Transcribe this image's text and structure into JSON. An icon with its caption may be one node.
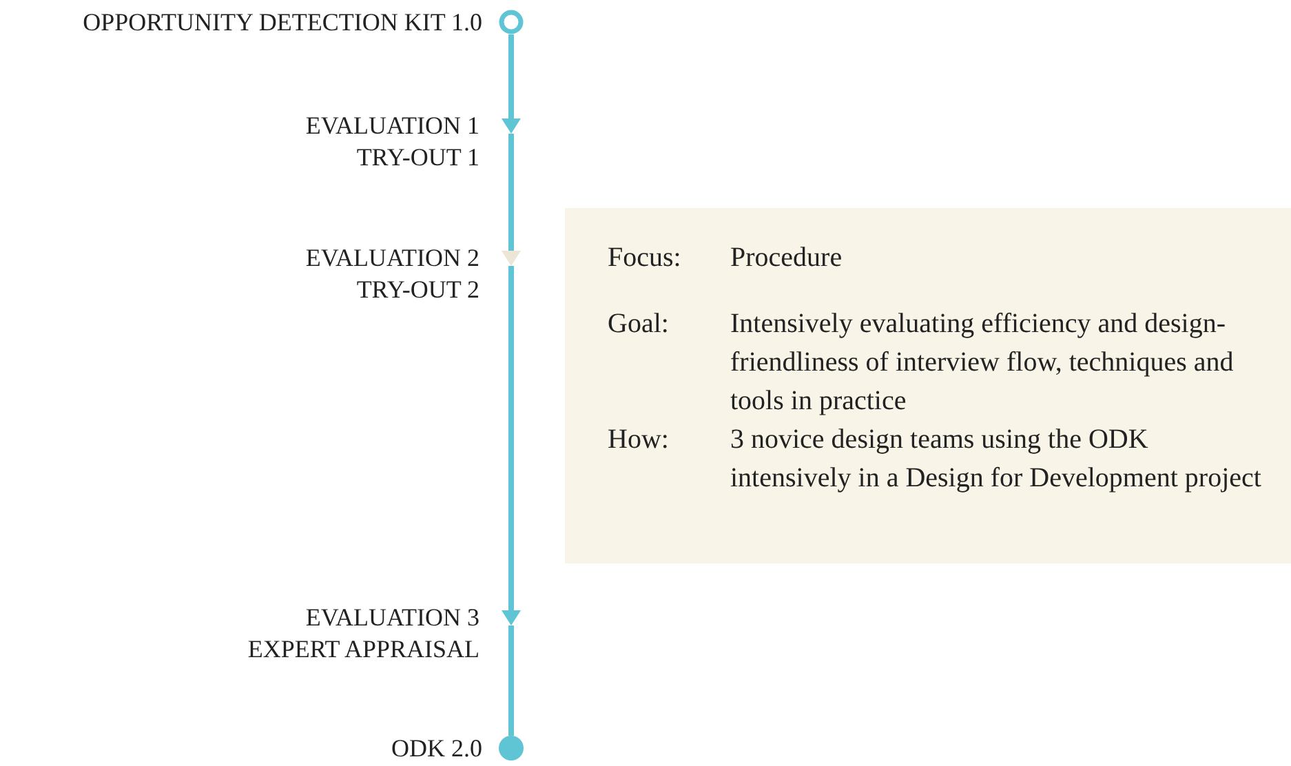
{
  "diagram": {
    "nodes": [
      {
        "text": [],
        "shape": "circle",
        "beside": [
          "OPPORTUNITY DETECTION KIT 1.0"
        ]
      },
      {
        "text": [],
        "shape": "triangle",
        "beside": [
          "EVALUATION 1",
          "TRY-OUT 1"
        ]
      },
      {
        "text": [],
        "shape": "triangle",
        "beside": [
          "EVALUATION 2",
          "TRY-OUT 2"
        ]
      },
      {
        "text": [],
        "shape": "triangle",
        "beside": [
          "EVALUATION 3",
          "EXPERT APPRAISAL"
        ]
      },
      {
        "text": [],
        "shape": "circle",
        "beside": [
          "ODK 2.0"
        ]
      },
      {
        "text": [
          "Focus:",
          "Procedure",
          "Goal:",
          "Intensively evaluating efficiency and design-friendliness of interview flow, techniques and tools in practice",
          "How:",
          "3 novice design teams using the ODK intensively in a Design for Development project"
        ]
      }
    ],
    "edges": [
      {
        "from": 0,
        "to": 1,
        "arrow": "none"
      },
      {
        "from": 1,
        "to": 2,
        "arrow": "none"
      },
      {
        "from": 2,
        "to": 3,
        "arrow": "none"
      },
      {
        "from": 3,
        "to": 4,
        "arrow": "none"
      }
    ]
  }
}
